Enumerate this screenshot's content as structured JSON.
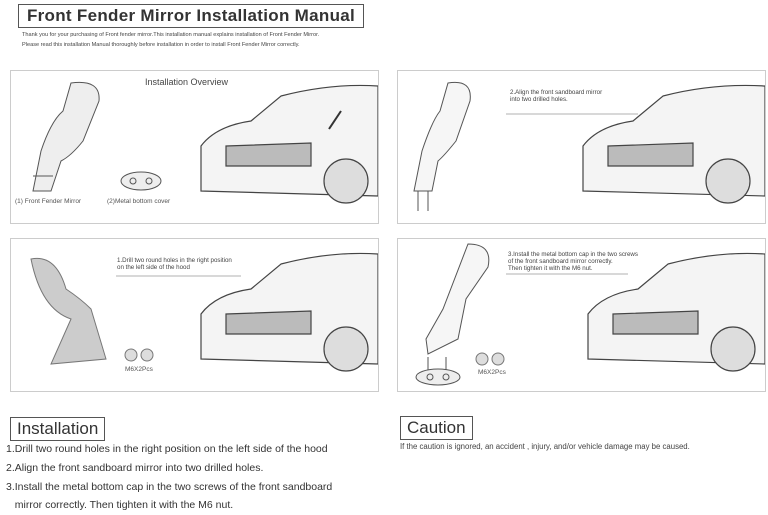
{
  "header": {
    "title": "Front  Fender Mirror Installation Manual",
    "intro_line1": "Thank you for your purchasing of Front fender mirror.This installation manual explains installation of Front Fender Mirror.",
    "intro_line2": "Please read this installation Manual thoroughly before installation in order to install Front Fender Mirror correctly."
  },
  "panels": {
    "overview": {
      "title": "Installation  Overview",
      "caption1": "(1) Front Fender Mirror",
      "caption2": "(2)Metal bottom cover"
    },
    "step2": {
      "text": "2.Align the front sandboard mirror\ninto two drilled holes."
    },
    "step1": {
      "text": "1.Drill two round holes in the right position\non the left side of the hood",
      "nut_label": "M6X2Pcs"
    },
    "step3": {
      "text": "3.Install the metal bottom cap in the two screws\nof the front sandboard mirror correctly.\nThen tighten it with the M6 nut.",
      "nut_label": "M6X2Pcs"
    }
  },
  "installation": {
    "heading": "Installation",
    "steps": [
      "1.Drill two round holes in the right position on the left side of the hood",
      "2.Align the front sandboard mirror into two drilled holes.",
      "3.Install the metal bottom cap in the two screws of the front sandboard",
      "   mirror correctly. Then tighten it with the M6 nut."
    ]
  },
  "caution": {
    "heading": "Caution",
    "text": "If the caution is ignored, an accident , injury,  and/or vehicle damage may be caused."
  }
}
